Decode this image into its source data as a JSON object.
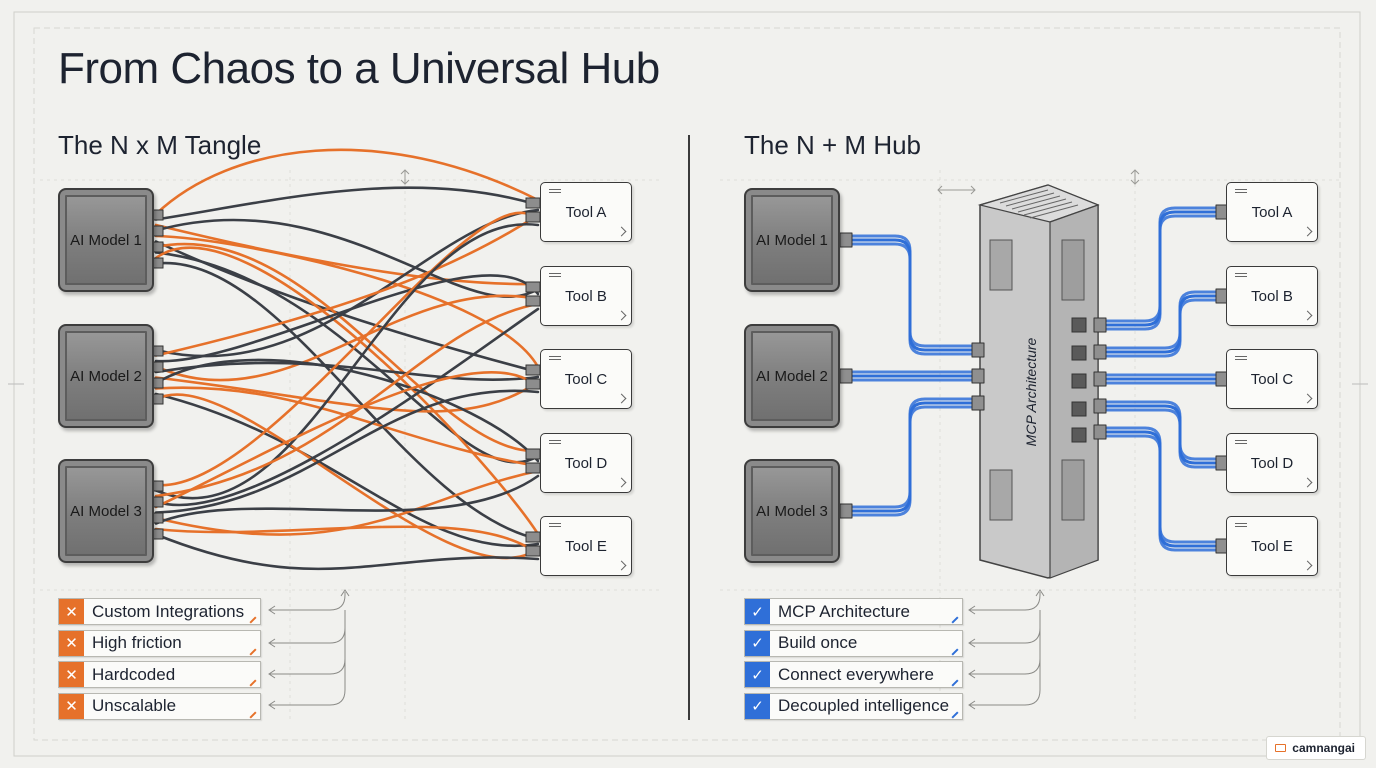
{
  "title": "From Chaos to a Universal Hub",
  "left": {
    "subtitle": "The N x M Tangle",
    "models": [
      "AI Model 1",
      "AI Model 2",
      "AI Model 3"
    ],
    "tools": [
      "Tool A",
      "Tool B",
      "Tool C",
      "Tool D",
      "Tool E"
    ],
    "drawbacks": [
      "Custom Integrations",
      "High friction",
      "Hardcoded",
      "Unscalable"
    ],
    "cable_colors": [
      "#e6712a",
      "#3b3f46"
    ]
  },
  "right": {
    "subtitle": "The N + M Hub",
    "models": [
      "AI Model 1",
      "AI Model 2",
      "AI Model 3"
    ],
    "tools": [
      "Tool A",
      "Tool B",
      "Tool C",
      "Tool D",
      "Tool E"
    ],
    "hub_label": "MCP Architecture",
    "benefits": [
      "MCP Architecture",
      "Build once",
      "Connect everywhere",
      "Decoupled intelligence"
    ],
    "cable_color": "#2f6fd8"
  },
  "icons": {
    "drawback_mark": "x-mark-icon",
    "benefit_mark": "check-mark-icon"
  },
  "watermark": "camnangai"
}
